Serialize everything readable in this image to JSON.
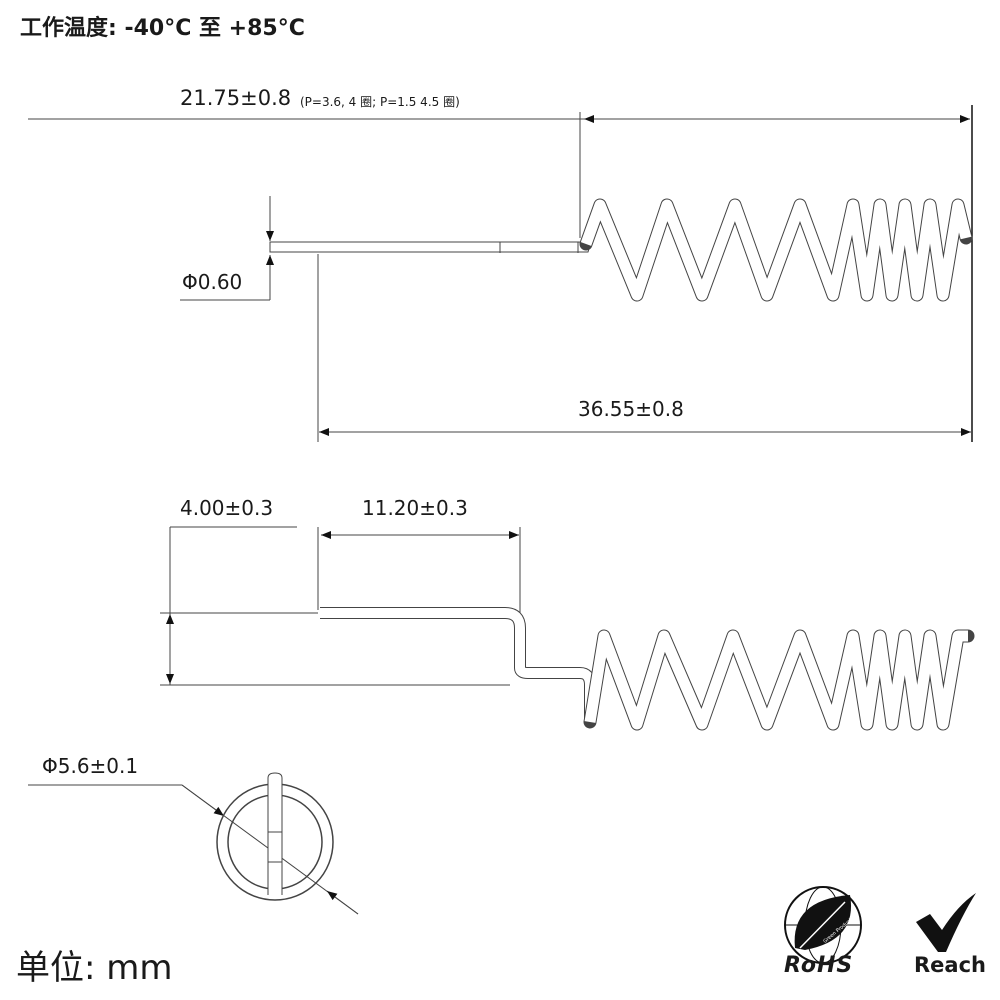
{
  "title": "工作温度: -40°C 至 +85°C",
  "dimensions": {
    "overall_coil": "21.75±0.8",
    "coil_note": "(P=3.6, 4 圈; P=1.5 4.5 圈)",
    "wire_diameter": "Φ0.60",
    "total_length": "36.55±0.8",
    "offset_height": "4.00±0.3",
    "straight_length": "11.20±0.3",
    "coil_diameter": "Φ5.6±0.1"
  },
  "unit": "单位: mm",
  "logos": {
    "rohs": "RoHS",
    "rohs_sub": "Green Product",
    "reach": "Reach"
  }
}
